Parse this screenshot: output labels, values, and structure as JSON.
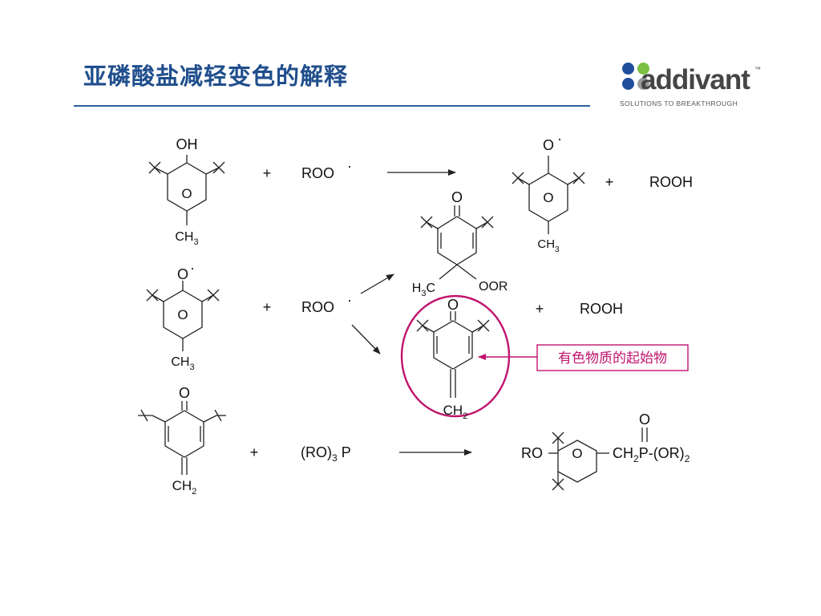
{
  "slide": {
    "title": "亚磷酸盐减轻变色的解释",
    "accent_color": "#2f5f9e",
    "title_color": "#1f4e8c"
  },
  "logo": {
    "name": "addivant",
    "trademark": "™",
    "tagline": "SOLUTIONS TO BREAKTHROUGH",
    "dot_colors": [
      "#1f4e9c",
      "#7ac143",
      "#1f4e9c",
      "#9a9a9a"
    ]
  },
  "diagram": {
    "ring_label": "O",
    "plus": "+",
    "row1": {
      "reactant_top": "OH",
      "reactant_bottom": "CH3",
      "reagent": "ROO",
      "radical": "·",
      "product_top": "O",
      "product_radical": "·",
      "product_bottom": "CH3",
      "byproduct": "ROOH"
    },
    "row2": {
      "reactant_top": "O",
      "reactant_radical": "·",
      "reactant_bottom": "CH3",
      "reagent": "ROO",
      "radical": "·",
      "peroxide_carbonyl": "O",
      "peroxide_left": "H3C",
      "peroxide_right": "OOR",
      "byproduct": "ROOH",
      "quinone_carbonyl": "O",
      "quinone_bottom": "CH2",
      "callout": "有色物质的起始物",
      "callout_color": "#c0146e"
    },
    "row3": {
      "reactant_carbonyl": "O",
      "reactant_bottom": "CH2",
      "reagent": "(RO)3 P",
      "product_left": "RO",
      "product_chain": "CH2P-(OR)2",
      "product_phosphoryl": "O"
    }
  }
}
